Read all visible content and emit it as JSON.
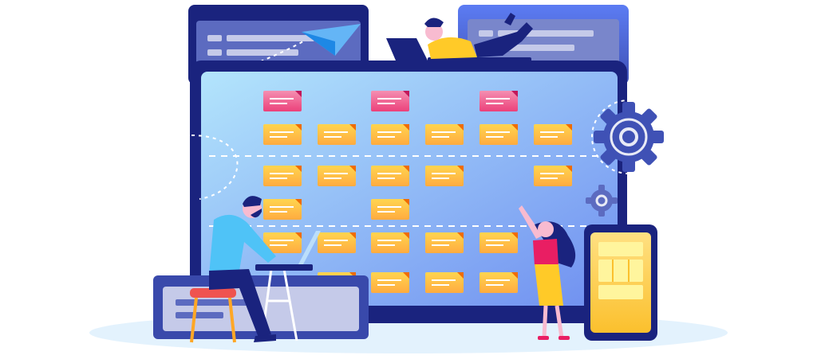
{
  "colors": {
    "frame": "#1a237e",
    "screen_light": "#a8dcfb",
    "screen_dark": "#6f94f0",
    "sticky_yellow": "#ffcc4d",
    "sticky_orange": "#ffab40",
    "sticky_pink": "#f06292",
    "gear": "#3f51b5",
    "floor": "#e3f2fd"
  },
  "board": {
    "header_notes": 3,
    "rows": [
      6,
      5,
      2,
      5,
      4
    ]
  },
  "icons": [
    "paper-plane-icon",
    "gear-large-icon",
    "gear-small-icon"
  ],
  "figures": [
    "person-at-laptop",
    "person-lying-on-screen",
    "woman-pointing"
  ]
}
